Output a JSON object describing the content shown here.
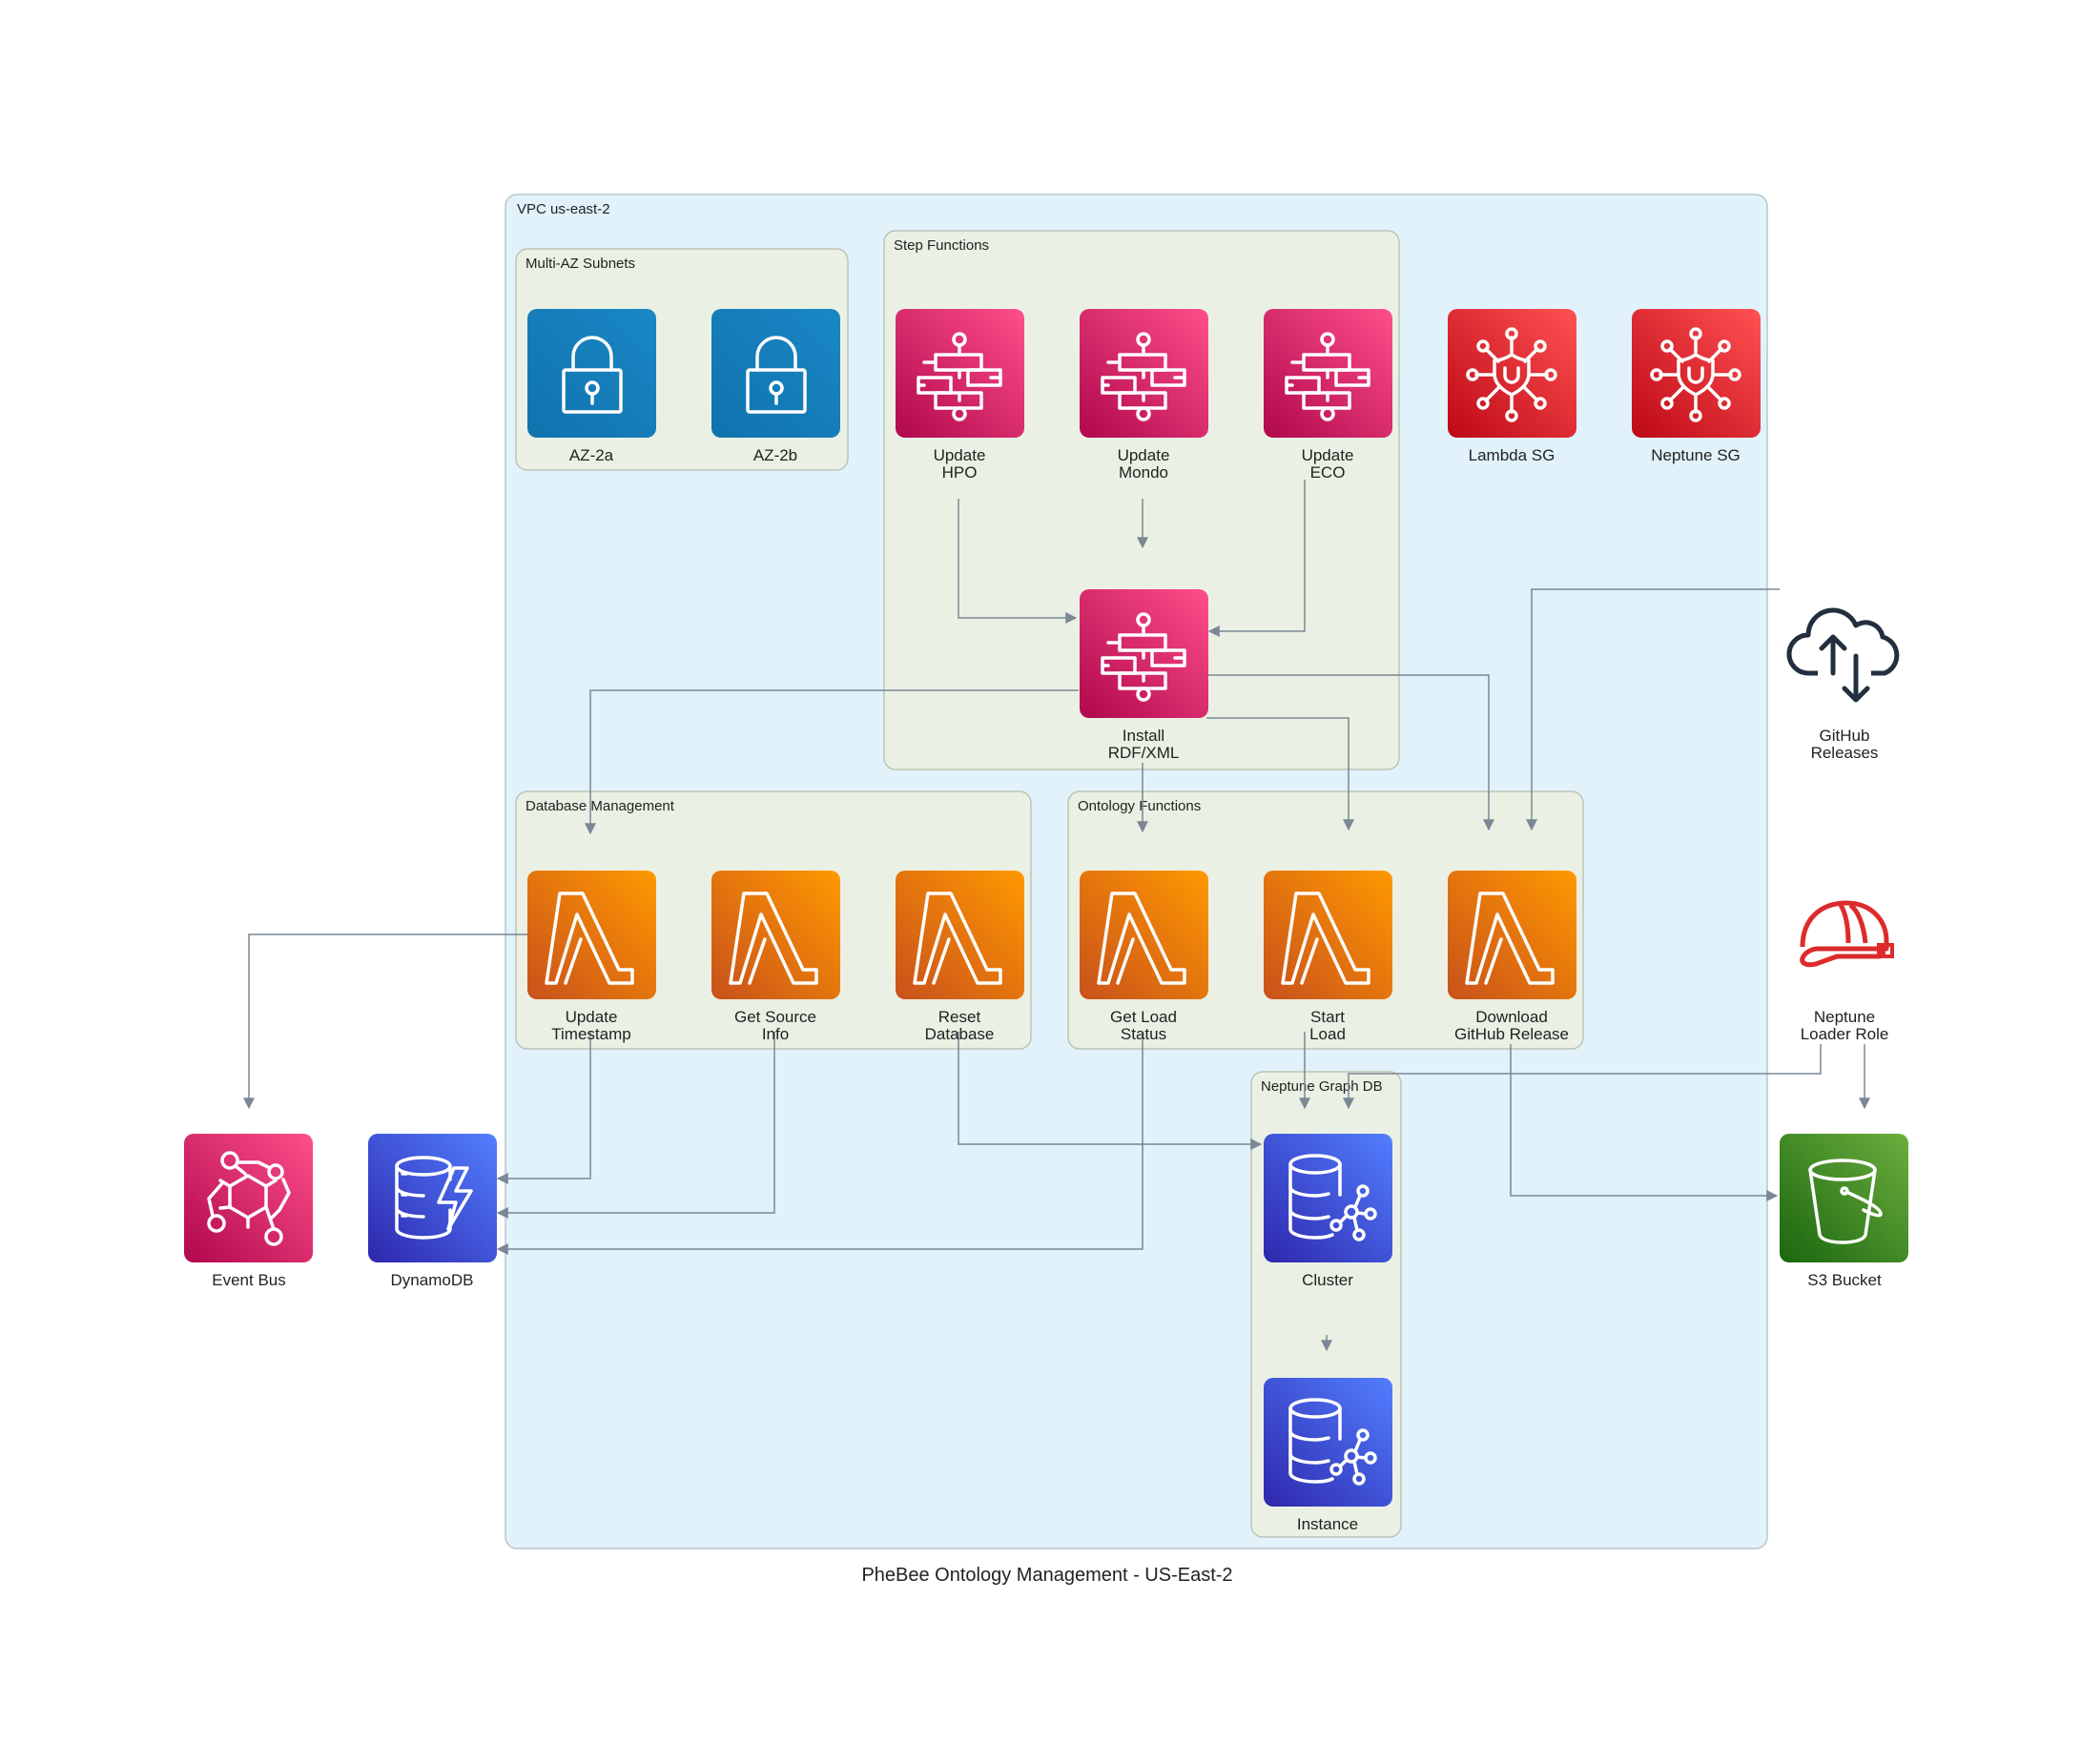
{
  "title": "PheBee Ontology Management - US-East-2",
  "clusters": {
    "vpc": "VPC us-east-2",
    "subnets": "Multi-AZ Subnets",
    "step_functions": "Step Functions",
    "db_mgmt": "Database Management",
    "ontology_fns": "Ontology Functions",
    "neptune_db": "Neptune Graph DB"
  },
  "nodes": {
    "az2a": [
      "AZ-2a"
    ],
    "az2b": [
      "AZ-2b"
    ],
    "sf_hpo": [
      "Update",
      "HPO"
    ],
    "sf_mondo": [
      "Update",
      "Mondo"
    ],
    "sf_eco": [
      "Update",
      "ECO"
    ],
    "lambda_sg": [
      "Lambda SG"
    ],
    "neptune_sg": [
      "Neptune SG"
    ],
    "sf_install": [
      "Install",
      "RDF/XML"
    ],
    "github": [
      "GitHub",
      "Releases"
    ],
    "fn_timestamp": [
      "Update",
      "Timestamp"
    ],
    "fn_source": [
      "Get Source",
      "Info"
    ],
    "fn_reset": [
      "Reset",
      "Database"
    ],
    "fn_status": [
      "Get Load",
      "Status"
    ],
    "fn_start": [
      "Start",
      "Load"
    ],
    "fn_download": [
      "Download",
      "GitHub Release"
    ],
    "loader_role": [
      "Neptune",
      "Loader Role"
    ],
    "event_bus": [
      "Event Bus"
    ],
    "dynamodb": [
      "DynamoDB"
    ],
    "cluster": [
      "Cluster"
    ],
    "s3": [
      "S3 Bucket"
    ],
    "instance": [
      "Instance"
    ]
  },
  "colors": {
    "vpc_fill": "#e1f2fb",
    "group_fill": "#eaf1e4",
    "group_stroke": "#bdc4b6",
    "edge": "#7b8794",
    "subnet_blue": "#147eba",
    "step_pink": "#d6246e",
    "sg_red": "#dd2b2b",
    "lambda_orange": "#e8720e",
    "db_blue": "#3f48cc",
    "s3_green": "#3f8a24",
    "github_dark": "#232f3e",
    "role_red": "#dd2b2b"
  },
  "icons": {
    "az2a": "lock-icon",
    "az2b": "lock-icon",
    "sf_hpo": "step-functions-icon",
    "sf_mondo": "step-functions-icon",
    "sf_eco": "step-functions-icon",
    "sf_install": "step-functions-icon",
    "lambda_sg": "security-group-icon",
    "neptune_sg": "security-group-icon",
    "github": "cloud-transfer-icon",
    "fn_timestamp": "lambda-icon",
    "fn_source": "lambda-icon",
    "fn_reset": "lambda-icon",
    "fn_status": "lambda-icon",
    "fn_start": "lambda-icon",
    "fn_download": "lambda-icon",
    "loader_role": "iam-role-icon",
    "event_bus": "eventbridge-icon",
    "dynamodb": "dynamodb-icon",
    "cluster": "neptune-icon",
    "instance": "neptune-icon",
    "s3": "bucket-icon"
  }
}
